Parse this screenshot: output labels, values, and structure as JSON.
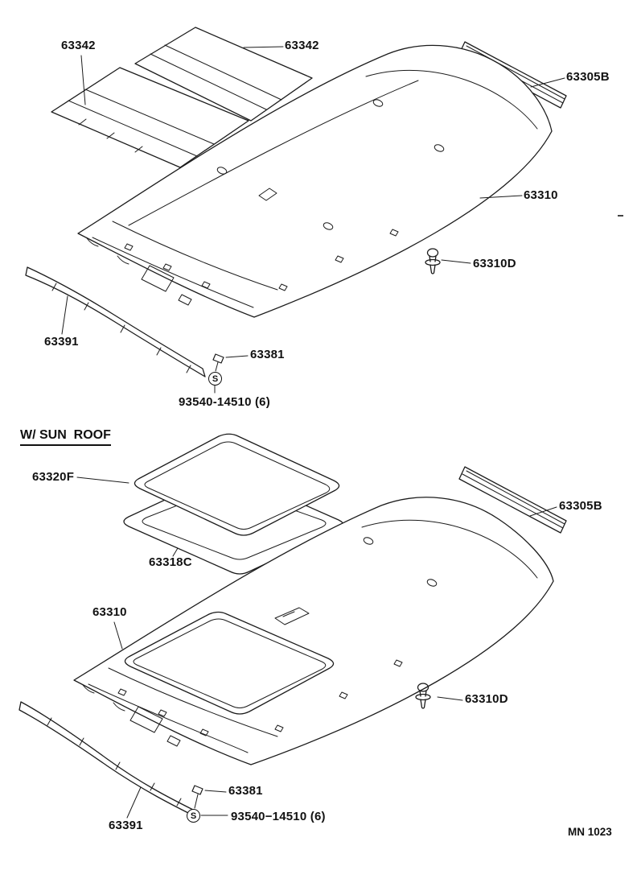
{
  "page": {
    "background": "#ffffff",
    "line_color": "#1c1c1c",
    "footer_code": "MN 1023"
  },
  "sections": {
    "standard": {
      "labels": {
        "sunshade_left": "63342",
        "sunshade_right": "63342",
        "rear_trim": "63305B",
        "headlining": "63310",
        "clip": "63310D",
        "front_molding": "63391",
        "retainer": "63381",
        "screw": "93540-14510 (6)",
        "screw_symbol": "S"
      }
    },
    "sunroof": {
      "heading": "W/ SUN  ROOF",
      "labels": {
        "sunshade": "63320F",
        "rear_trim": "63305B",
        "opening_trim": "63318C",
        "headlining": "63310",
        "clip": "63310D",
        "front_molding": "63391",
        "retainer": "63381",
        "screw": "93540−14510 (6)",
        "screw_symbol": "S"
      }
    }
  }
}
